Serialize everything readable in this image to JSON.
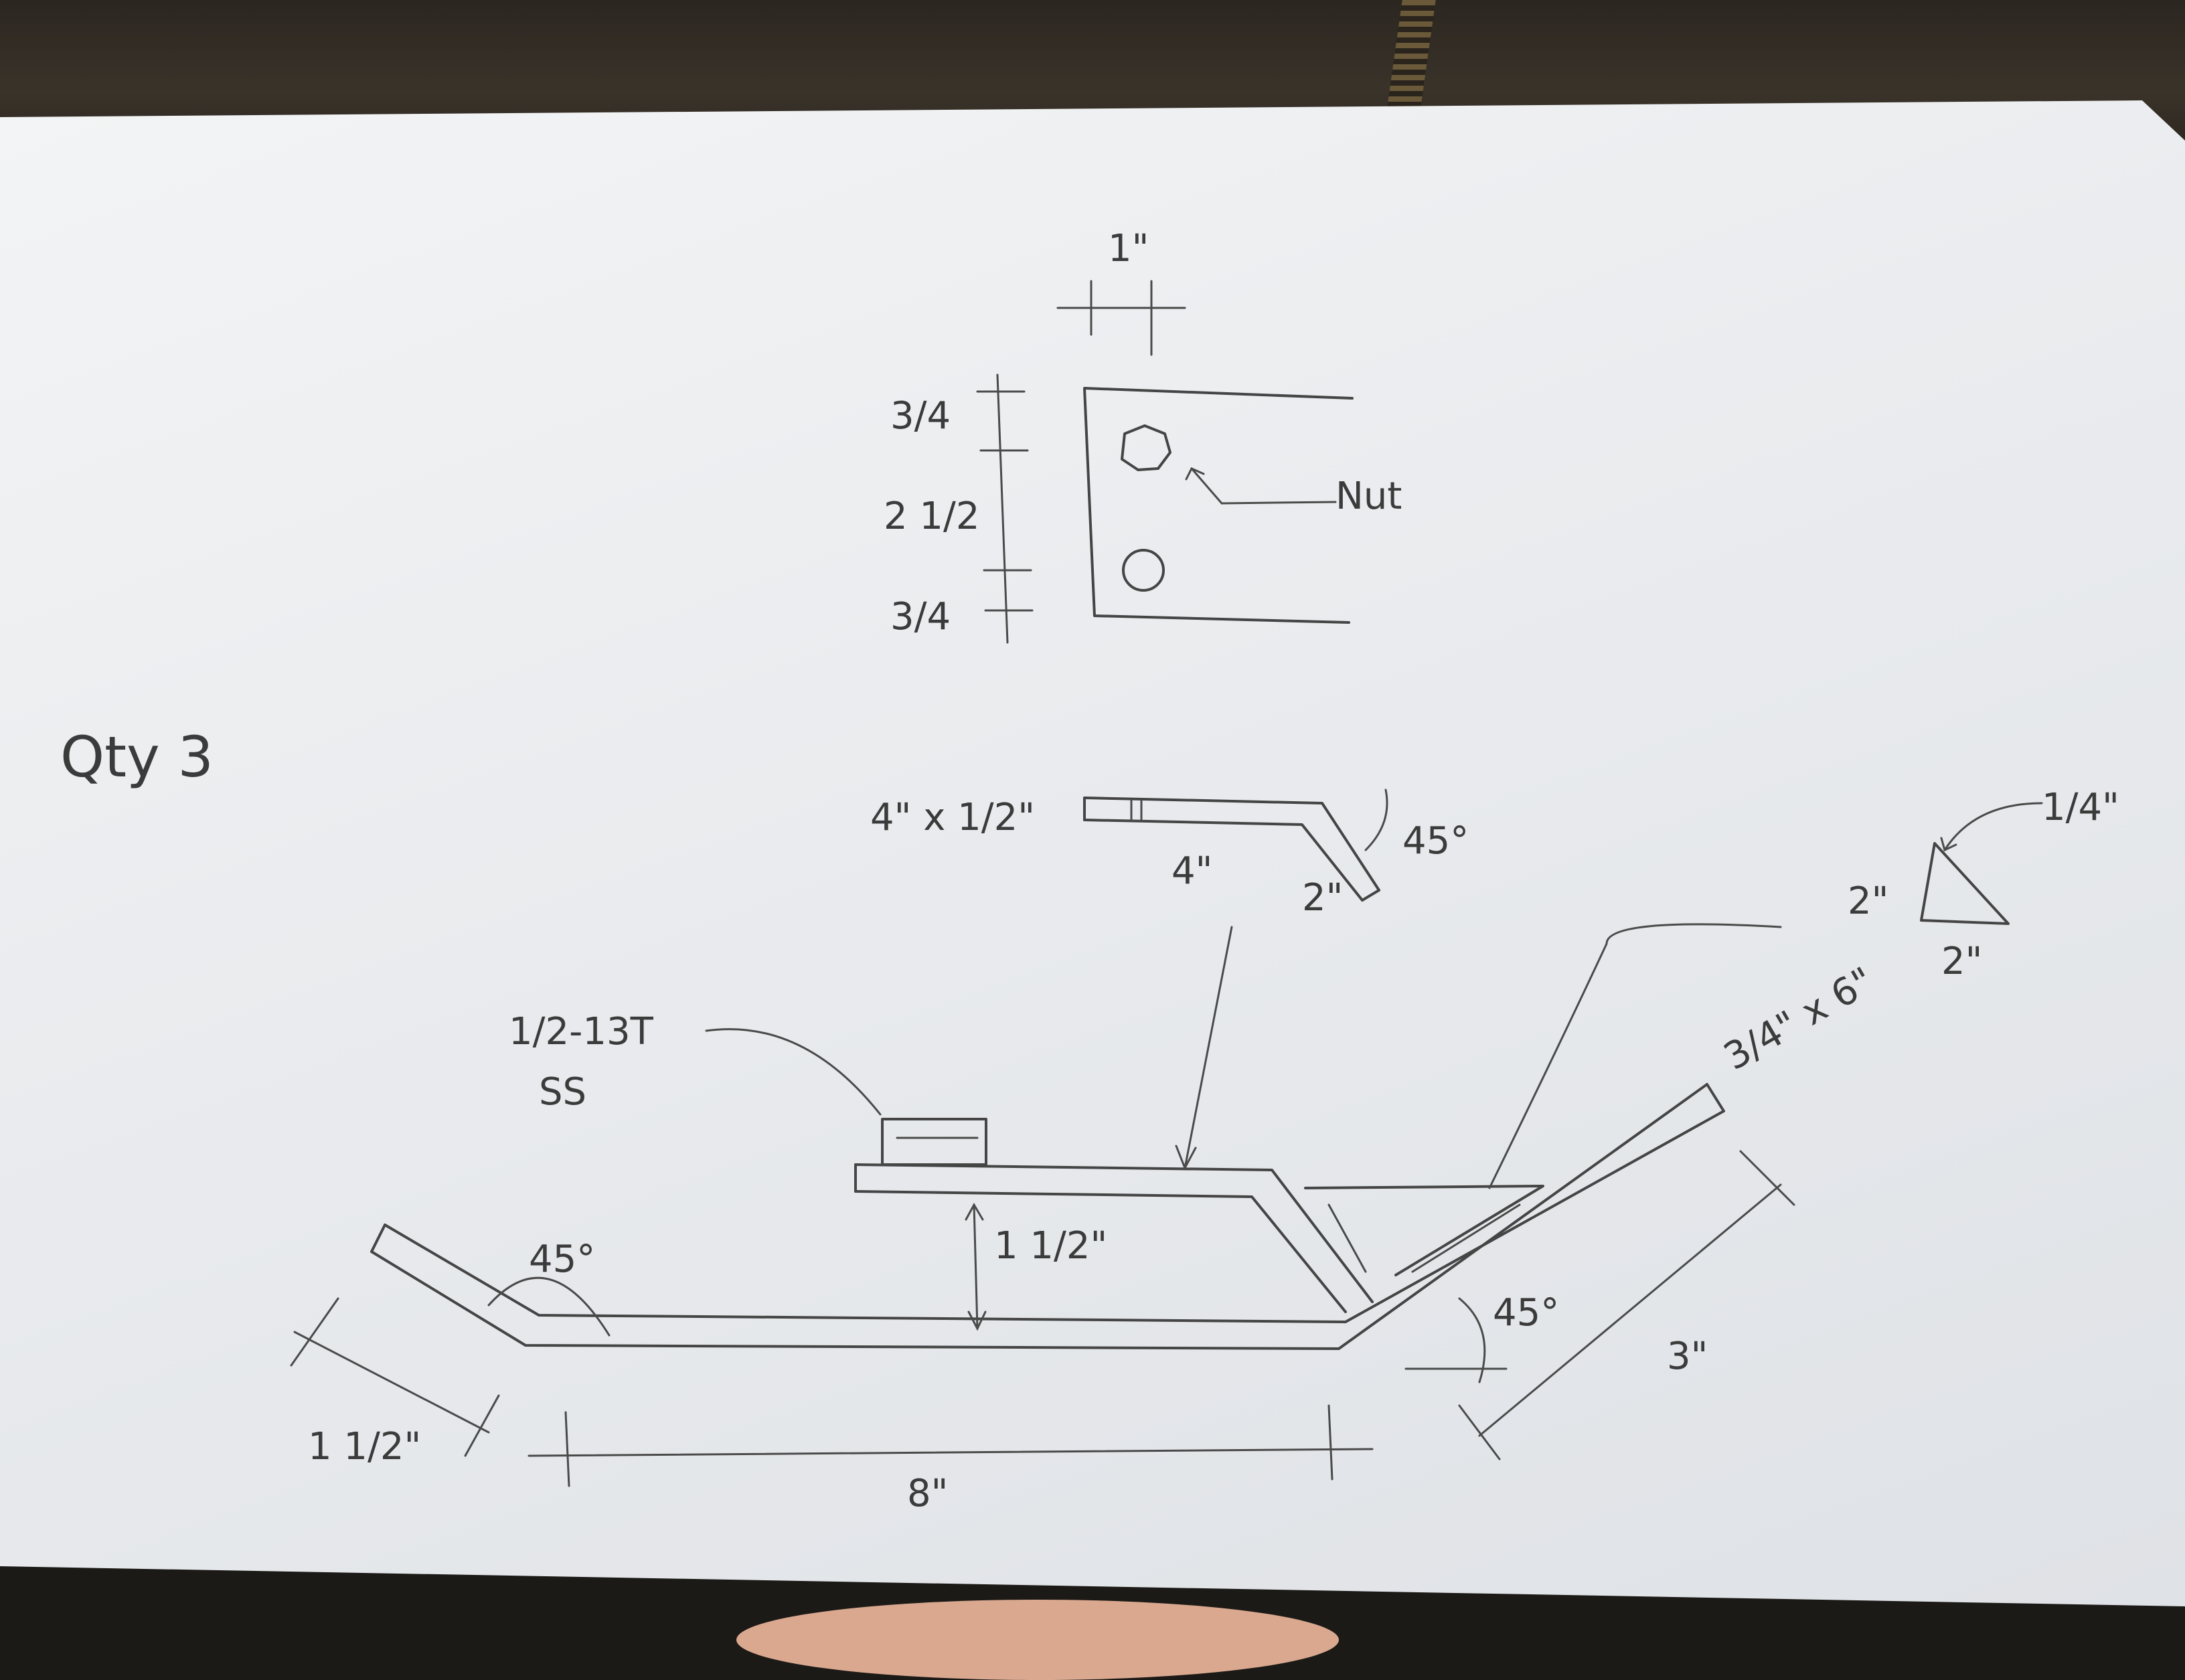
{
  "labels": {
    "top_width": "1\"",
    "top_dim_a": "3/4",
    "top_dim_b": "2 1/2",
    "top_dim_c": "3/4",
    "nut": "Nut",
    "qty": "Qty 3",
    "bracket_size": "4\" x 1/2\"",
    "bracket_length": "4\"",
    "bracket_bend": "2\"",
    "bracket_angle": "45°",
    "gusset_weld": "1/4\"",
    "gusset_side_a": "2\"",
    "gusset_side_b": "2\"",
    "bolt_spec": "1/2-13T",
    "bolt_material": "SS",
    "plate_size": "3/4\" x 6\"",
    "height": "1 1/2\"",
    "left_angle": "45°",
    "left_length": "1 1/2\"",
    "base_length": "8\"",
    "right_angle": "45°",
    "right_length": "3\""
  }
}
